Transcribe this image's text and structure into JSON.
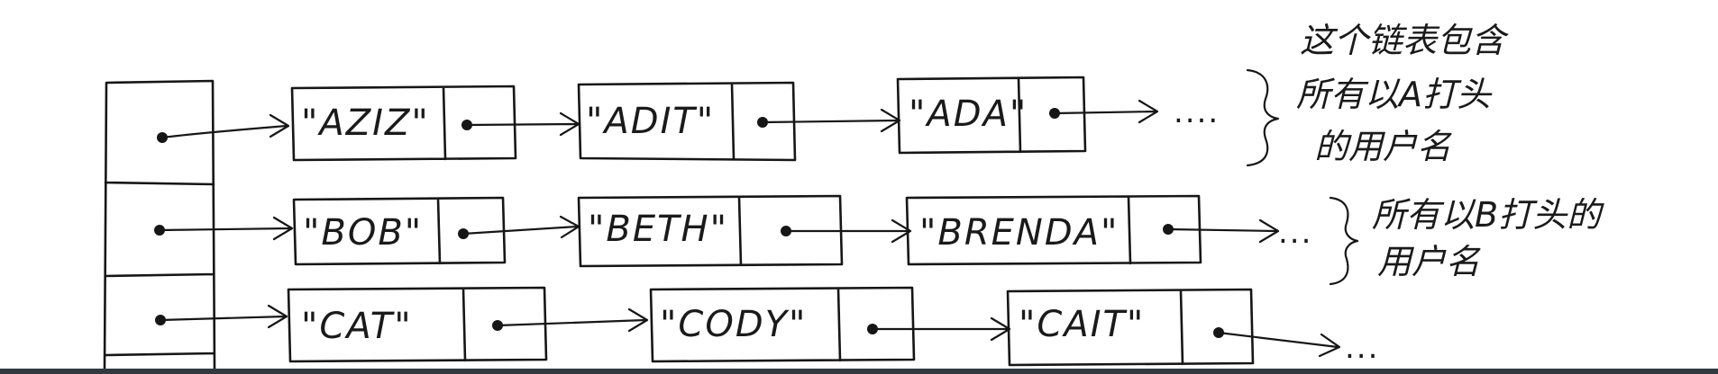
{
  "rows": [
    {
      "nodes": [
        "\"AZIZ\"",
        "\"ADIT\"",
        "\"ADA\""
      ],
      "ellipsis": "....",
      "note_lines": [
        "这个链表包含",
        "所有以A打头",
        "的用户名"
      ]
    },
    {
      "nodes": [
        "\"BOB\"",
        "\"BETH\"",
        "\"BRENDA\""
      ],
      "ellipsis": "...",
      "note_lines": [
        "所有以B打头的",
        "用户名"
      ]
    },
    {
      "nodes": [
        "\"CAT\"",
        "\"CODY\"",
        "\"CAIT\""
      ],
      "ellipsis": "...",
      "note_lines": []
    }
  ],
  "colors": {
    "ink": "#161616",
    "bottom_bar": "#2f3a44"
  }
}
